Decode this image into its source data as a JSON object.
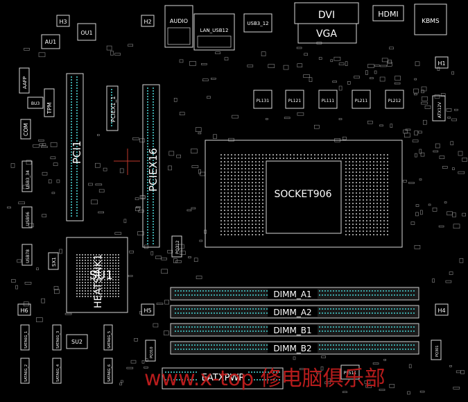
{
  "board": {
    "background": "#000000",
    "outline_color": "#d8d8d8",
    "pin_color": "#3aa6a6",
    "watermark_color": "#b71c1c"
  },
  "labels": {
    "h3": "H3",
    "h2": "H2",
    "h1": "H1",
    "h4": "H4",
    "h5": "H5",
    "h6": "H6",
    "ou1": "OU1",
    "au1": "AU1",
    "audio": "AUDIO",
    "lan_usb12": "LAN_USB12",
    "usb3_12": "USB3_12",
    "dvi": "DVI",
    "vga": "VGA",
    "hdmi": "HDMI",
    "kbms": "KBMS",
    "aafp": "AAFP",
    "bu3": "BU3",
    "tpm": "TPM",
    "com": "COM",
    "usb3_34": "USB3_34",
    "usb56": "USB56",
    "usb78": "USB78",
    "pci1": "PCI1",
    "pciex1_1": "PCIEX1_1",
    "pciex16": "PCIEX16",
    "pl131": "PL131",
    "pl121": "PL121",
    "pl111": "PL111",
    "pl211": "PL211",
    "pl212": "PL212",
    "atx12v": "ATX12V",
    "socket": "SOCKET906",
    "pq312": "PQ312",
    "pq310": "PQ310",
    "pq301": "PQ301",
    "sx1": "SX1",
    "su1": "SU1",
    "heatsink1": "HEATSINK1",
    "su2": "SU2",
    "sata6g_1": "SATA6G_1",
    "sata6g_2": "SATA6G_2",
    "sata6g_3": "SATA6G_3",
    "sata6g_4": "SATA6G_4",
    "sata6g_5": "SATA6G_5",
    "sata6g_6": "SATA6G_6",
    "dimm_a1": "DIMM_A1",
    "dimm_a2": "DIMM_A2",
    "dimm_b1": "DIMM_B1",
    "dimm_b2": "DIMM_B2",
    "eatxpwr": "EATXPWR",
    "pl511": "PL511"
  },
  "watermark": "www.x-top 修电脑俱乐部"
}
